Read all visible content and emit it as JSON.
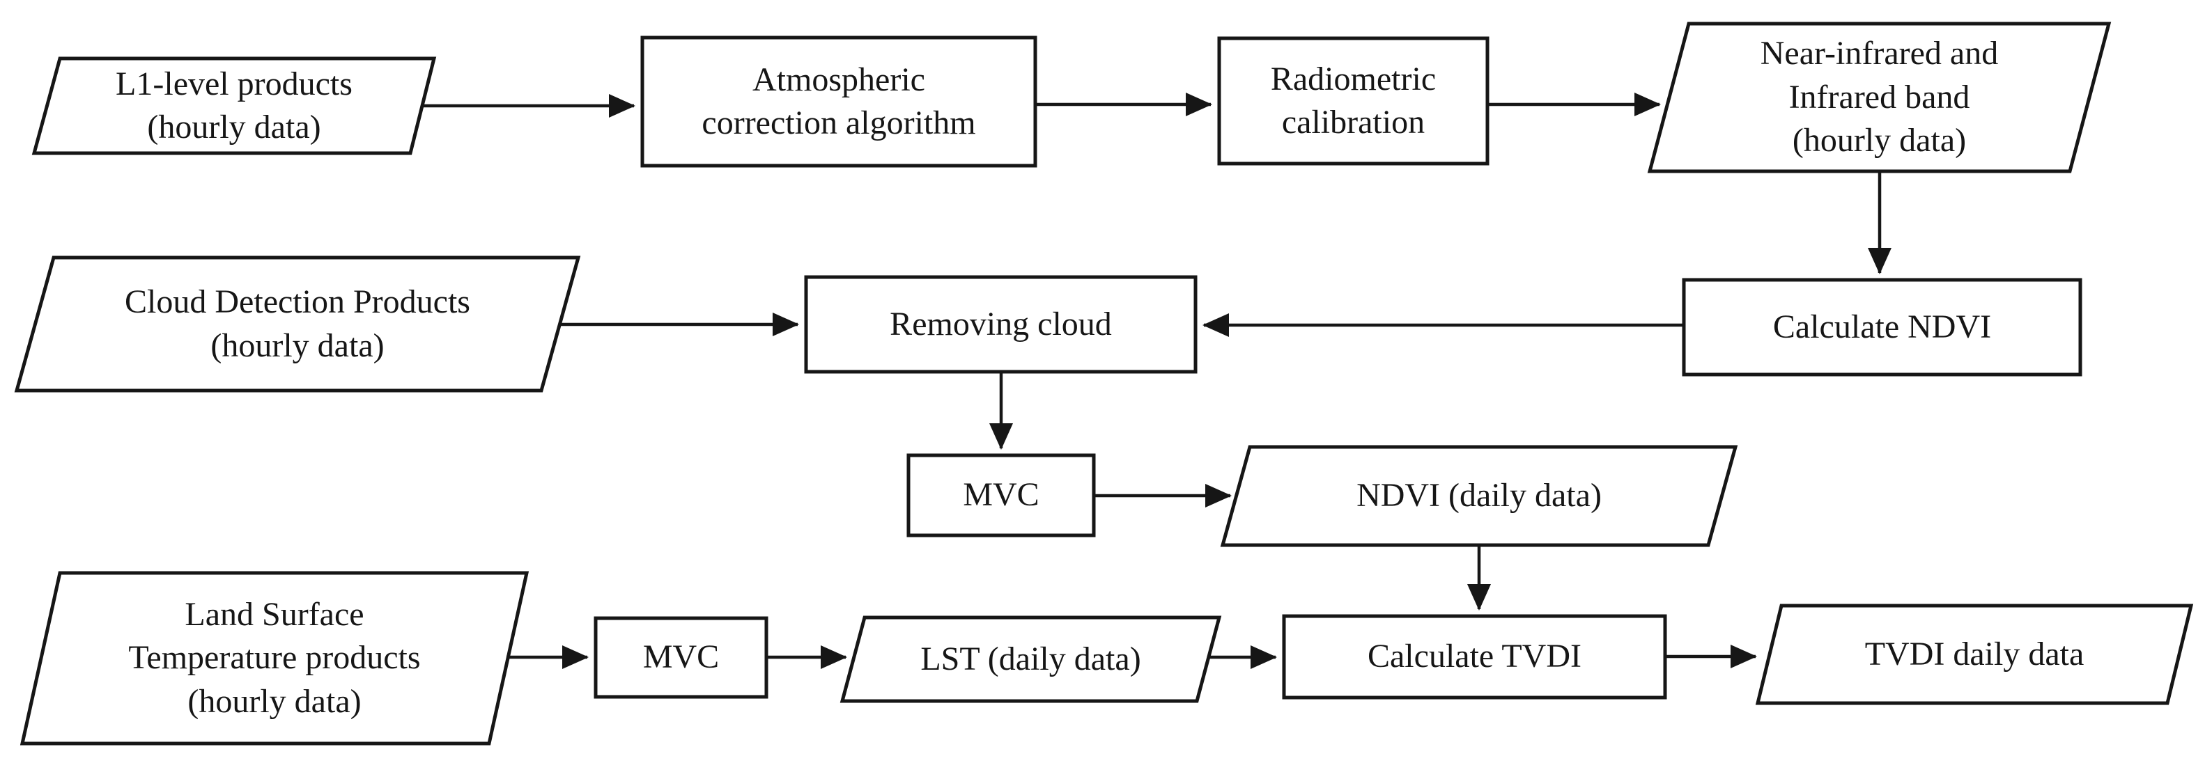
{
  "diagram": {
    "background_color": "#ffffff",
    "stroke_color": "#161616",
    "text_color": "#161616",
    "nodes": {
      "l1_products": {
        "label": "L1-level products\n(hourly data)",
        "shape": "parallelogram"
      },
      "atmospheric_correction": {
        "label": "Atmospheric\ncorrection algorithm",
        "shape": "rectangle"
      },
      "radiometric_calibration": {
        "label": "Radiometric\ncalibration",
        "shape": "rectangle"
      },
      "nir_band": {
        "label": "Near-infrared and\nInfrared band\n(hourly data)",
        "shape": "parallelogram"
      },
      "calculate_ndvi": {
        "label": "Calculate NDVI",
        "shape": "rectangle"
      },
      "cloud_detection": {
        "label": "Cloud Detection Products\n(hourly data)",
        "shape": "parallelogram"
      },
      "removing_cloud": {
        "label": "Removing cloud",
        "shape": "rectangle"
      },
      "mvc_ndvi": {
        "label": "MVC",
        "shape": "rectangle"
      },
      "ndvi_daily": {
        "label": "NDVI (daily data)",
        "shape": "parallelogram"
      },
      "lst_products": {
        "label": "Land Surface\nTemperature products\n(hourly data)",
        "shape": "parallelogram"
      },
      "mvc_lst": {
        "label": "MVC",
        "shape": "rectangle"
      },
      "lst_daily": {
        "label": "LST (daily data)",
        "shape": "parallelogram"
      },
      "calculate_tvdi": {
        "label": "Calculate TVDI",
        "shape": "rectangle"
      },
      "tvdi_daily": {
        "label": "TVDI daily data",
        "shape": "parallelogram"
      }
    },
    "edges": [
      {
        "from": "l1_products",
        "to": "atmospheric_correction"
      },
      {
        "from": "atmospheric_correction",
        "to": "radiometric_calibration"
      },
      {
        "from": "radiometric_calibration",
        "to": "nir_band"
      },
      {
        "from": "nir_band",
        "to": "calculate_ndvi"
      },
      {
        "from": "calculate_ndvi",
        "to": "removing_cloud"
      },
      {
        "from": "cloud_detection",
        "to": "removing_cloud"
      },
      {
        "from": "removing_cloud",
        "to": "mvc_ndvi"
      },
      {
        "from": "mvc_ndvi",
        "to": "ndvi_daily"
      },
      {
        "from": "ndvi_daily",
        "to": "calculate_tvdi"
      },
      {
        "from": "lst_products",
        "to": "mvc_lst"
      },
      {
        "from": "mvc_lst",
        "to": "lst_daily"
      },
      {
        "from": "lst_daily",
        "to": "calculate_tvdi"
      },
      {
        "from": "calculate_tvdi",
        "to": "tvdi_daily"
      }
    ]
  }
}
